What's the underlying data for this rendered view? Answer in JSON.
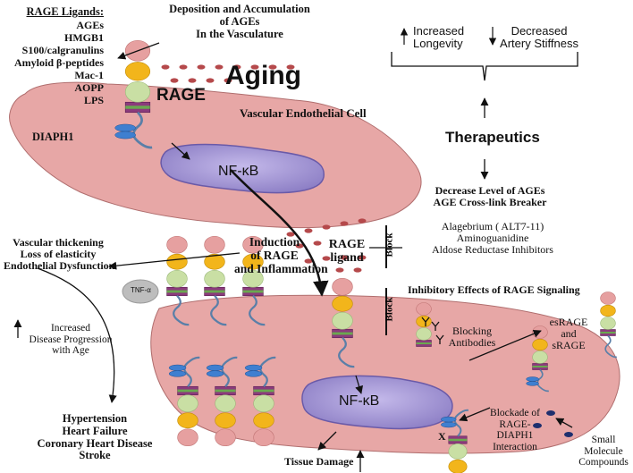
{
  "ligands": {
    "title": "RAGE Ligands:",
    "items": [
      "AGEs",
      "HMGB1",
      "S100/calgranulins",
      "Amyloid β-peptides",
      "Mac-1",
      "AOPP",
      "LPS"
    ]
  },
  "deposition": {
    "line1": "Deposition and Accumulation",
    "line2": "of AGEs",
    "line3": "In the Vasculature"
  },
  "aging": "Aging",
  "rage_label": "RAGE",
  "diaph1_label": "DIAPH1",
  "vascular_cell": "Vascular Endothelial Cell",
  "nfkb_top": "NF-κB",
  "nfkb_bottom": "NF-κB",
  "outcomes": {
    "longevity_arrow": "↑",
    "longevity_1": "Increased",
    "longevity_2": "Longevity",
    "stiffness_arrow": "↓",
    "stiffness_1": "Decreased",
    "stiffness_2": "Artery Stiffness"
  },
  "therapeutics": "Therapeutics",
  "decrease": {
    "line1": "Decrease Level of AGEs",
    "line2": "AGE Cross-link Breaker"
  },
  "drugs": {
    "line1": "Alagebrium ( ALT7-11)",
    "line2": "Aminoguanidine",
    "line3": "Aldose Reductase Inhibitors"
  },
  "block_1": "Block",
  "block_2": "Block",
  "rage_ligand": {
    "line1": "RAGE",
    "line2": "ligand"
  },
  "induction": {
    "line1": "Induction",
    "line2": "of RAGE",
    "line3": "and Inflammation"
  },
  "vascular_effects": {
    "line1": "Vascular thickening",
    "line2": "Loss of elasticity",
    "line3": "Endothelial Dysfunction"
  },
  "tnf": "TNF-α",
  "inhibitory": "Inhibitory Effects of  RAGE Signaling",
  "blocking_antibodies": {
    "line1": "Blocking",
    "line2": "Antibodies"
  },
  "esrage": {
    "line1": "esRAGE",
    "line2": "and",
    "line3": "sRAGE"
  },
  "progression": {
    "line1": "Increased",
    "line2": "Disease Progression",
    "line3": "with Age"
  },
  "diseases": [
    "Hypertension",
    "Heart Failure",
    "Coronary Heart Disease",
    "Stroke"
  ],
  "tissue_damage": "Tissue Damage",
  "blockade": {
    "line1": "Blockade of",
    "line2": "RAGE-",
    "line3": "DIAPH1",
    "line4": "Interaction"
  },
  "small_molecule": {
    "line1": "Small",
    "line2": "Molecule",
    "line3": "Compounds"
  },
  "x_mark": "X",
  "colors": {
    "cell": "#e7a7a6",
    "cell_stroke": "#b06e6e",
    "nucleus": "#9d8fcf",
    "nucleus_stroke": "#6a5aa8",
    "ligand_dot": "#b5494b",
    "pink_domain": "#e6a0a0",
    "orange_domain": "#f2b51b",
    "green_domain": "#c9dfa4",
    "tm_purple": "#8b3a7c",
    "tm_green": "#6aa84f",
    "diaph_blue": "#3f7fd0",
    "tail": "#5a7fa8"
  }
}
